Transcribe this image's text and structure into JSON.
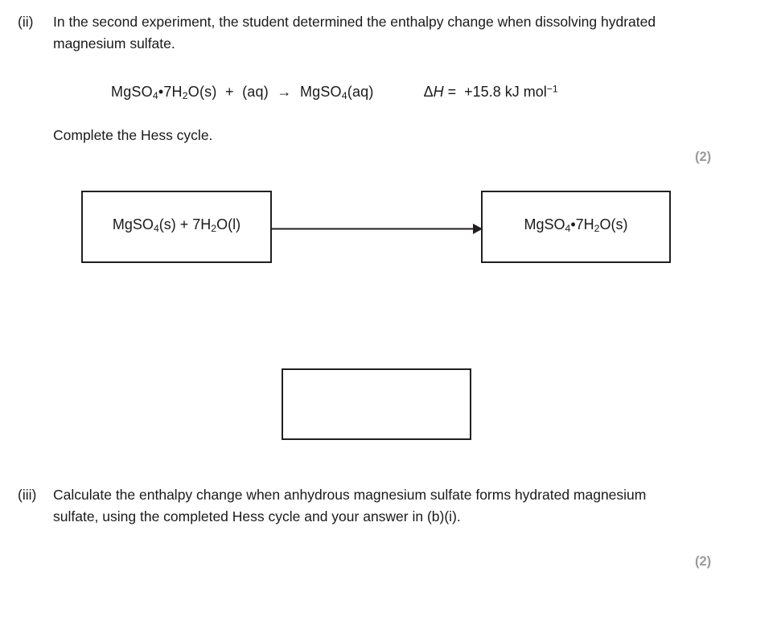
{
  "page": {
    "background": "#ffffff",
    "text_color": "#1a1a1a",
    "mark_color": "#9a9a9a",
    "rule_color": "#231f20"
  },
  "questions": [
    {
      "label": "(ii)",
      "text": "In the second experiment, the student determined the enthalpy change when dissolving hydrated magnesium sulfate.",
      "marks": "(2)"
    },
    {
      "label": "(iii)",
      "text": "Calculate the enthalpy change when anhydrous magnesium sulfate forms hydrated magnesium sulfate, using the completed Hess cycle and your answer in (b)(i).",
      "marks": "(2)"
    }
  ],
  "equation": {
    "reactant_1": "MgSO",
    "reactant_1_sub": "4",
    "reactant_1_dot": "•",
    "reactant_1_rest": "7H",
    "reactant_1_sub2": "2",
    "reactant_1_state": "O(s)",
    "plus": "+",
    "reactant_2": "(aq)",
    "arrow": "→",
    "product": "MgSO",
    "product_sub": "4",
    "product_state": "(aq)",
    "delta_symbol": "Δ",
    "delta_h": "H",
    "equals": "=",
    "value": "+15.8",
    "unit": "kJ mol",
    "unit_exponent": "−1",
    "full_text": "MgSO4•7H2O(s) + (aq) → MgSO4(aq)    ΔH = +15.8 kJ mol-1"
  },
  "instruction": "Complete the Hess cycle.",
  "hess_cycle": {
    "box_left": {
      "part_1": "MgSO",
      "sub_1": "4",
      "part_2": "(s) + 7H",
      "sub_2": "2",
      "part_3": "O(l)",
      "full_text": "MgSO4(s) + 7H2O(l)"
    },
    "box_right": {
      "part_1": "MgSO",
      "sub_1": "4",
      "dot": "•",
      "part_2": "7H",
      "sub_2": "2",
      "part_3": "O(s)",
      "full_text": "MgSO4•7H2O(s)"
    },
    "box_bottom": {
      "full_text": "",
      "description": "empty answer box"
    },
    "arrow_label": ""
  }
}
